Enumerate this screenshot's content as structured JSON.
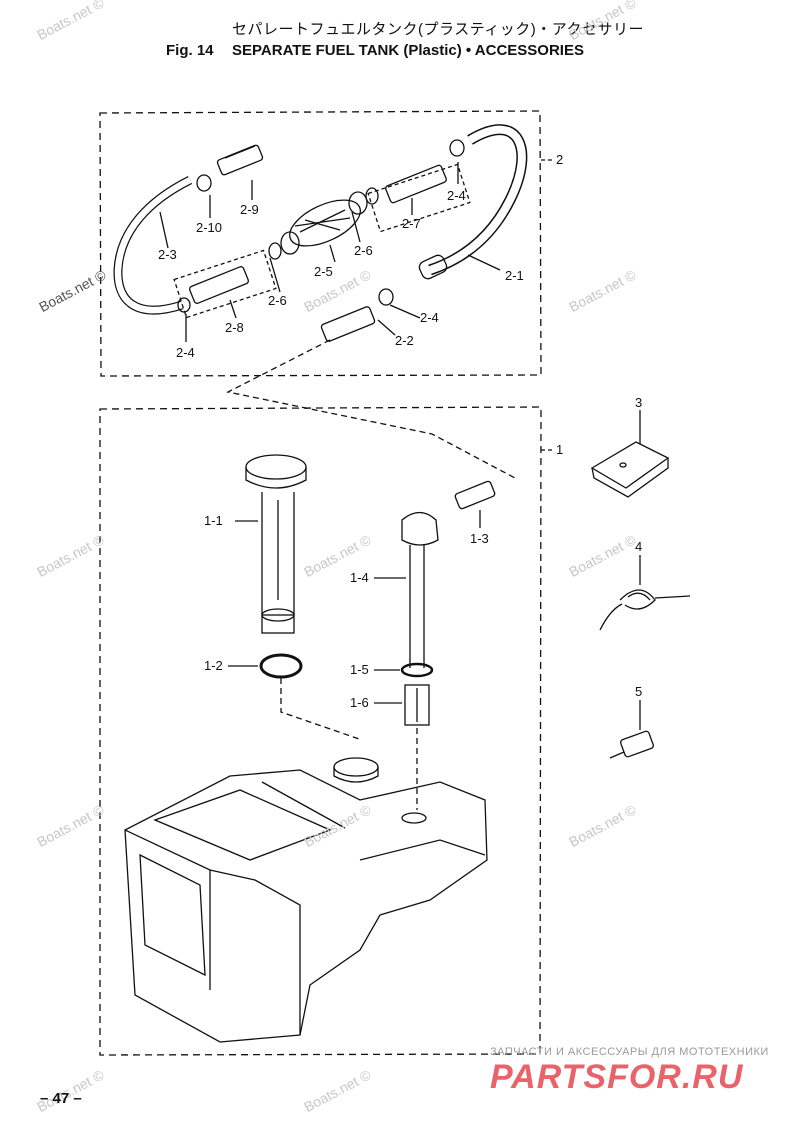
{
  "header": {
    "title_jp": "セパレートフュエルタンク(プラスティック)・アクセサリー",
    "fig_number": "Fig. 14",
    "title_en": "SEPARATE FUEL TANK (Plastic) • ACCESSORIES"
  },
  "callouts": {
    "c2": "2",
    "c2_1": "2-1",
    "c2_2": "2-2",
    "c2_3": "2-3",
    "c2_4a": "2-4",
    "c2_4b": "2-4",
    "c2_4c": "2-4",
    "c2_5": "2-5",
    "c2_6a": "2-6",
    "c2_6b": "2-6",
    "c2_7": "2-7",
    "c2_8": "2-8",
    "c2_9": "2-9",
    "c2_10": "2-10",
    "c1": "1",
    "c1_1": "1-1",
    "c1_2": "1-2",
    "c1_3": "1-3",
    "c1_4": "1-4",
    "c1_5": "1-5",
    "c1_6": "1-6",
    "c3": "3",
    "c4": "4",
    "c5": "5"
  },
  "watermark": "Boats.net ©",
  "footer": {
    "page_number": "– 47 –",
    "brand_subtitle": "ЗАПЧАСТИ И АКСЕССУАРЫ ДЛЯ МОТОТЕХНИКИ",
    "brand_name": "PARTSFOR.RU"
  }
}
